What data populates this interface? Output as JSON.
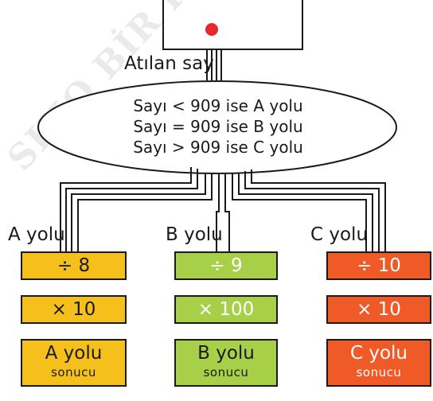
{
  "watermark": "SIHO BİR İMA",
  "start_label": "Atılan sayı",
  "conditions": [
    "Sayı < 909 ise A yolu",
    "Sayı = 909 ise B yolu",
    "Sayı > 909 ise C yolu"
  ],
  "paths": [
    {
      "label": "A yolu",
      "color": "#f5c01c",
      "op1": "÷ 8",
      "op2": "× 10",
      "result_title": "A yolu",
      "result_sub": "sonucu"
    },
    {
      "label": "B yolu",
      "color": "#a8cf48",
      "op1": "÷ 9",
      "op2": "× 100",
      "result_title": "B yolu",
      "result_sub": "sonucu"
    },
    {
      "label": "C yolu",
      "color": "#f05a27",
      "op1": "÷ 10",
      "op2": "× 10",
      "result_title": "C yolu",
      "result_sub": "sonucu"
    }
  ],
  "colors": {
    "ball": "#e8282b",
    "line": "#1a1a1a"
  }
}
